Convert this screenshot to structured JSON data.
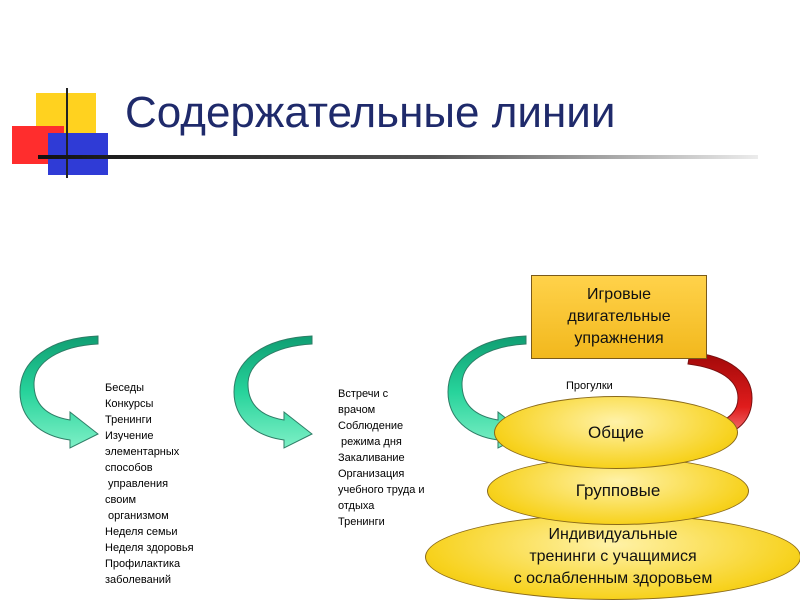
{
  "title": "Содержательные линии",
  "colors": {
    "title": "#1f2a6b",
    "square_yellow": "#ffd21f",
    "square_red": "#ff2d2d",
    "square_blue": "#2f3bd6",
    "green_arrow": "#1ebf8a",
    "red_arrow": "#d81818",
    "gold_fill": "#f7d21e"
  },
  "icons": [
    "green-curved-arrow-icon",
    "red-curved-arrow-icon",
    "decorative-squares-icon"
  ],
  "column1": {
    "lines": [
      "Беседы",
      "Конкурсы",
      "Тренинги",
      "Изучение",
      "элементарных",
      "способов",
      " управления",
      "своим",
      " организмом",
      "Неделя семьи",
      "Неделя здоровья",
      "Профилактика",
      "заболеваний"
    ]
  },
  "column2": {
    "lines": [
      "Встречи с",
      "врачом",
      "Соблюдение",
      " режима дня",
      "Закаливание",
      "Организация",
      "учебного труда и",
      "отдыха",
      "Тренинги"
    ]
  },
  "column3": {
    "note": "Прогулки",
    "box_lines": [
      "Игровые",
      "двигательные",
      "упражнения"
    ],
    "ellipse_common": "Общие",
    "ellipse_group": "Групповые",
    "ellipse_individual_lines": [
      "Индивидуальные",
      "тренинги с учащимися",
      "с ослабленным здоровьем"
    ]
  }
}
